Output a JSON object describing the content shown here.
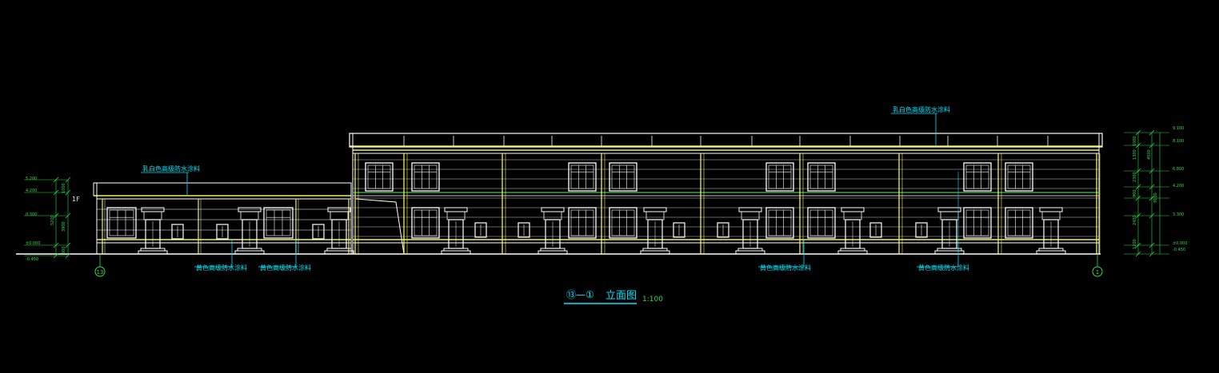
{
  "drawing": {
    "title_axes": "⑬—①",
    "title_text": "立面图",
    "scale": "1:100",
    "left_grid_label": "13",
    "right_grid_label": "1",
    "colors": {
      "background": "#000000",
      "outline": "#ffffff",
      "trim": "#f0f05a",
      "annotation": "#00e5ff",
      "dimension": "#32d74b",
      "band": "#3cc850"
    }
  },
  "annotations": {
    "upper_right": "乳白色高级防水涂料",
    "upper_left": "乳白色高级防水涂料",
    "lower_a": "黄色高级防水涂料",
    "lower_b": "黄色高级防水涂料",
    "lower_c": "黄色高级防水涂料",
    "lower_d": "黄色高级防水涂料"
  },
  "left_dims": {
    "elevations": [
      "5.200",
      "4.200",
      "0.300",
      "±0.000",
      "-0.450"
    ],
    "segments": [
      "1000",
      "3900",
      "300"
    ],
    "total": "5200",
    "door_mark": "1F"
  },
  "right_dims": {
    "elevations": [
      "9.100",
      "8.100",
      "6.800",
      "4.200",
      "3.300",
      "±0.000",
      "-0.450"
    ],
    "segments": [
      "1000",
      "1300",
      "2300",
      "900",
      "2400",
      "1200"
    ],
    "total": "9100",
    "sub_total": "4500"
  }
}
